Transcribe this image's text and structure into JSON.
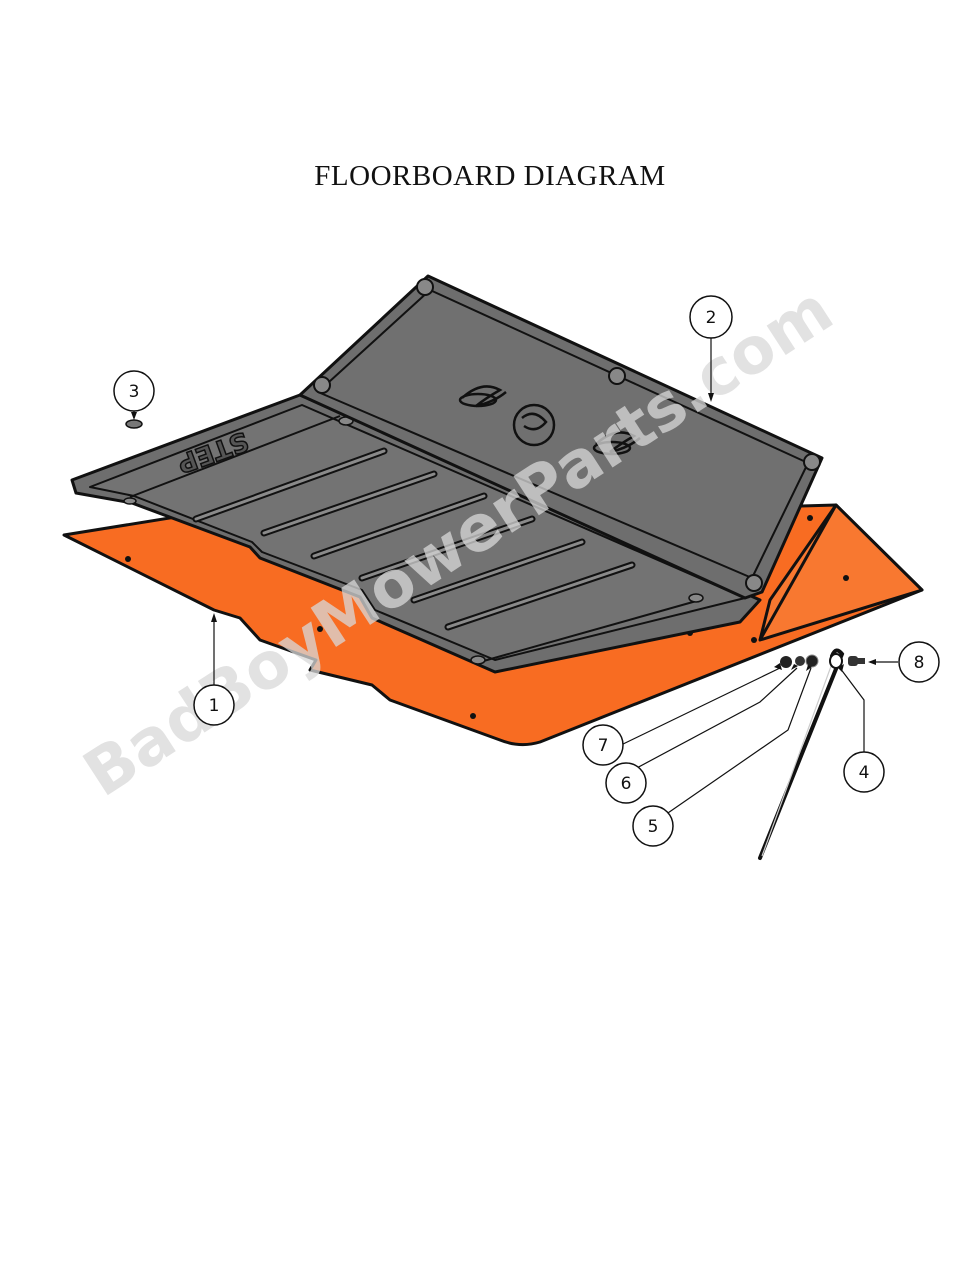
{
  "title": "FLOORBOARD DIAGRAM",
  "watermark": "BadBoyMowerParts.com",
  "mat_text": "STEP",
  "colors": {
    "orange": "#f86c22",
    "mat_gray": "#6e6e6e",
    "mat_gray_light": "#7c7c7c",
    "outline": "#111111",
    "watermark": "#d9d9d9"
  },
  "callouts": [
    {
      "id": "1",
      "label": "1",
      "part": "floorboard-plate"
    },
    {
      "id": "2",
      "label": "2",
      "part": "upper-floor-mat"
    },
    {
      "id": "3",
      "label": "3",
      "part": "mat-fastener"
    },
    {
      "id": "4",
      "label": "4",
      "part": "support-rod"
    },
    {
      "id": "5",
      "label": "5",
      "part": "flat-washer"
    },
    {
      "id": "6",
      "label": "6",
      "part": "lock-washer"
    },
    {
      "id": "7",
      "label": "7",
      "part": "nut"
    },
    {
      "id": "8",
      "label": "8",
      "part": "bolt"
    }
  ]
}
